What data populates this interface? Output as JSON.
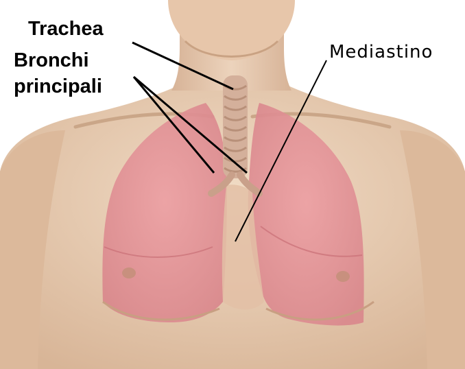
{
  "labels": {
    "trachea": "Trachea",
    "bronchi_line1": "Bronchi",
    "bronchi_line2": "principali",
    "mediastino": "Mediastino"
  },
  "colors": {
    "skin": "#e9cfb6",
    "skin_shadow": "#d9b89a",
    "lung": "#e69a9c",
    "lung_dark": "#d97f84",
    "trachea": "#d6b6a3",
    "leader_line": "#000000",
    "background": "#ffffff"
  }
}
